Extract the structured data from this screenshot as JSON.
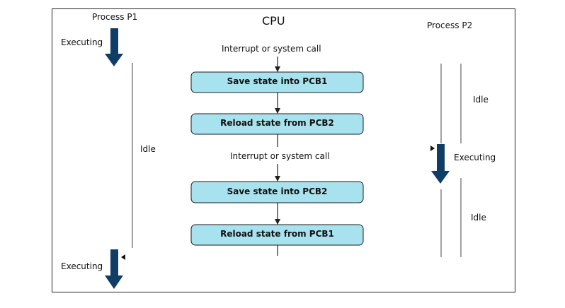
{
  "colors": {
    "box_fill": "#a8e2ee",
    "box_stroke": "#1b1b1b",
    "arrow_fill": "#0f3d66",
    "line": "#222222"
  },
  "header": {
    "cpu": "CPU",
    "p1": "Process P1",
    "p2": "Process P2"
  },
  "cpu_flow": {
    "interrupt_1": "Interrupt or system call",
    "save_pcb1": "Save state into PCB1",
    "reload_pcb2": "Reload state from PCB2",
    "interrupt_2": "Interrupt or system call",
    "save_pcb2": "Save state into PCB2",
    "reload_pcb1": "Reload state from PCB1"
  },
  "p1": {
    "executing_top": "Executing",
    "idle": "Idle",
    "executing_bottom": "Executing"
  },
  "p2": {
    "idle_top": "Idle",
    "executing": "Executing",
    "idle_bottom": "Idle"
  }
}
